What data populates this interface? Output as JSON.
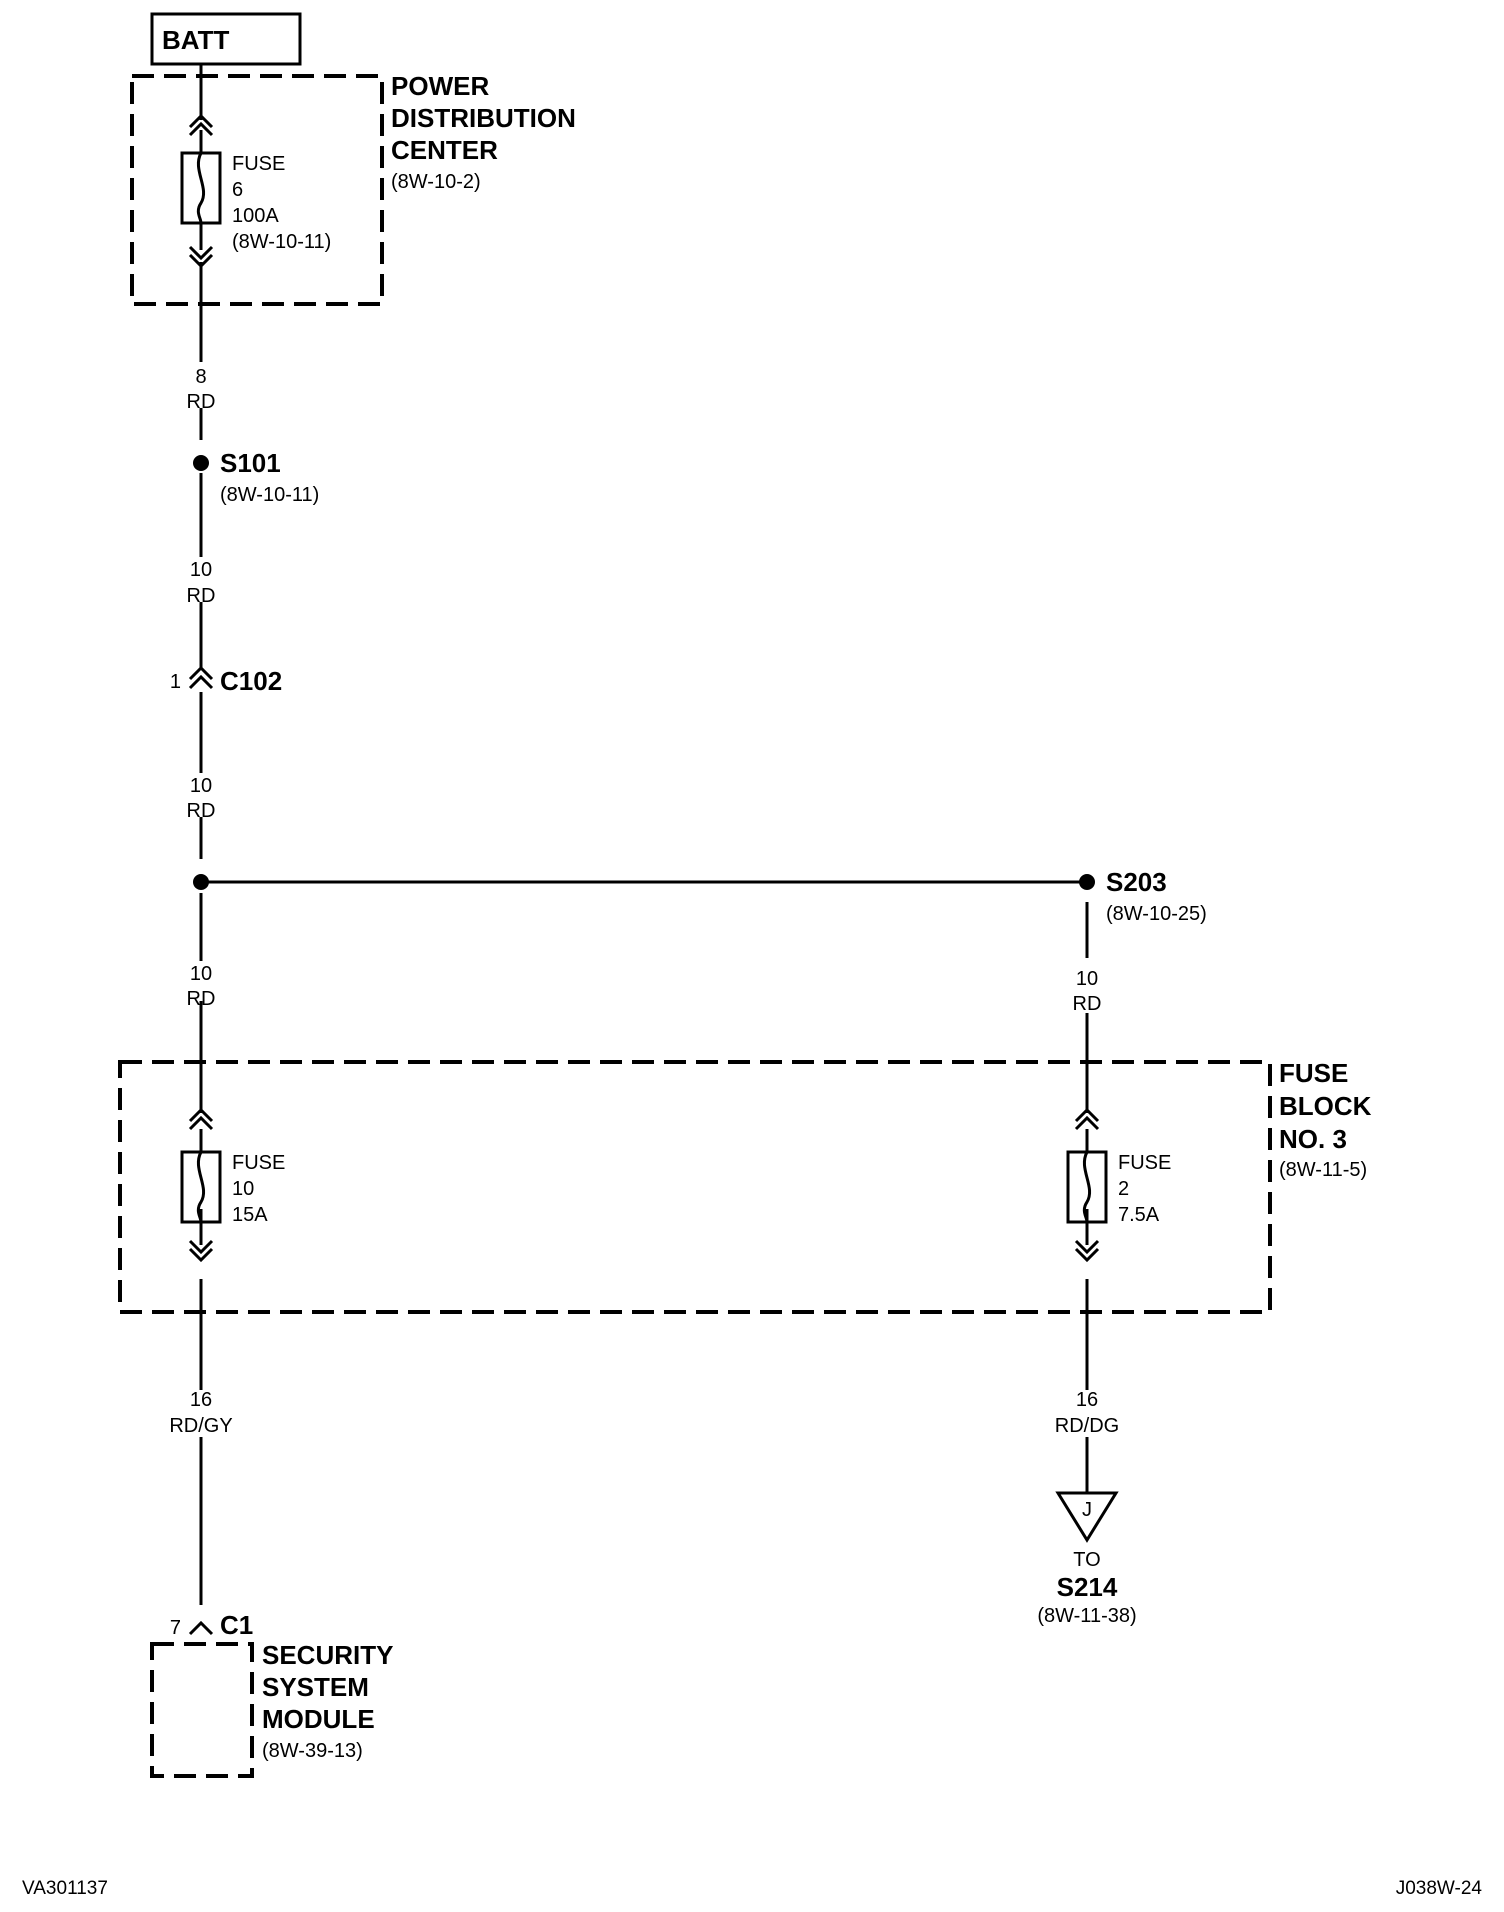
{
  "battery": {
    "label": "BATT"
  },
  "power_distribution_center": {
    "title": [
      "POWER",
      "DISTRIBUTION",
      "CENTER"
    ],
    "ref": "(8W-10-2)",
    "fuse": {
      "lines": [
        "FUSE",
        "6",
        "100A",
        "(8W-10-11)"
      ]
    }
  },
  "wires": {
    "w1": {
      "gauge": "8",
      "color": "RD"
    },
    "w2": {
      "gauge": "10",
      "color": "RD"
    },
    "w3": {
      "gauge": "10",
      "color": "RD"
    },
    "w4": {
      "gauge": "10",
      "color": "RD"
    },
    "w5": {
      "gauge": "10",
      "color": "RD"
    },
    "w6": {
      "gauge": "16",
      "color": "RD/GY"
    },
    "w7": {
      "gauge": "16",
      "color": "RD/DG"
    }
  },
  "splices": {
    "s101": {
      "name": "S101",
      "ref": "(8W-10-11)"
    },
    "s203": {
      "name": "S203",
      "ref": "(8W-10-25)"
    }
  },
  "connectors": {
    "c102": {
      "pin": "1",
      "name": "C102"
    },
    "c1": {
      "pin": "7",
      "name": "C1"
    }
  },
  "fuse_block": {
    "title": [
      "FUSE",
      "BLOCK",
      "NO. 3"
    ],
    "ref": "(8W-11-5)",
    "fuse_left": {
      "lines": [
        "FUSE",
        "10",
        "15A"
      ]
    },
    "fuse_right": {
      "lines": [
        "FUSE",
        "2",
        "7.5A"
      ]
    }
  },
  "security_module": {
    "title": [
      "SECURITY",
      "SYSTEM",
      "MODULE"
    ],
    "ref": "(8W-39-13)"
  },
  "offpage": {
    "letter": "J",
    "to": "TO",
    "name": "S214",
    "ref": "(8W-11-38)"
  },
  "footer": {
    "left": "VA301137",
    "right": "J038W-24"
  }
}
